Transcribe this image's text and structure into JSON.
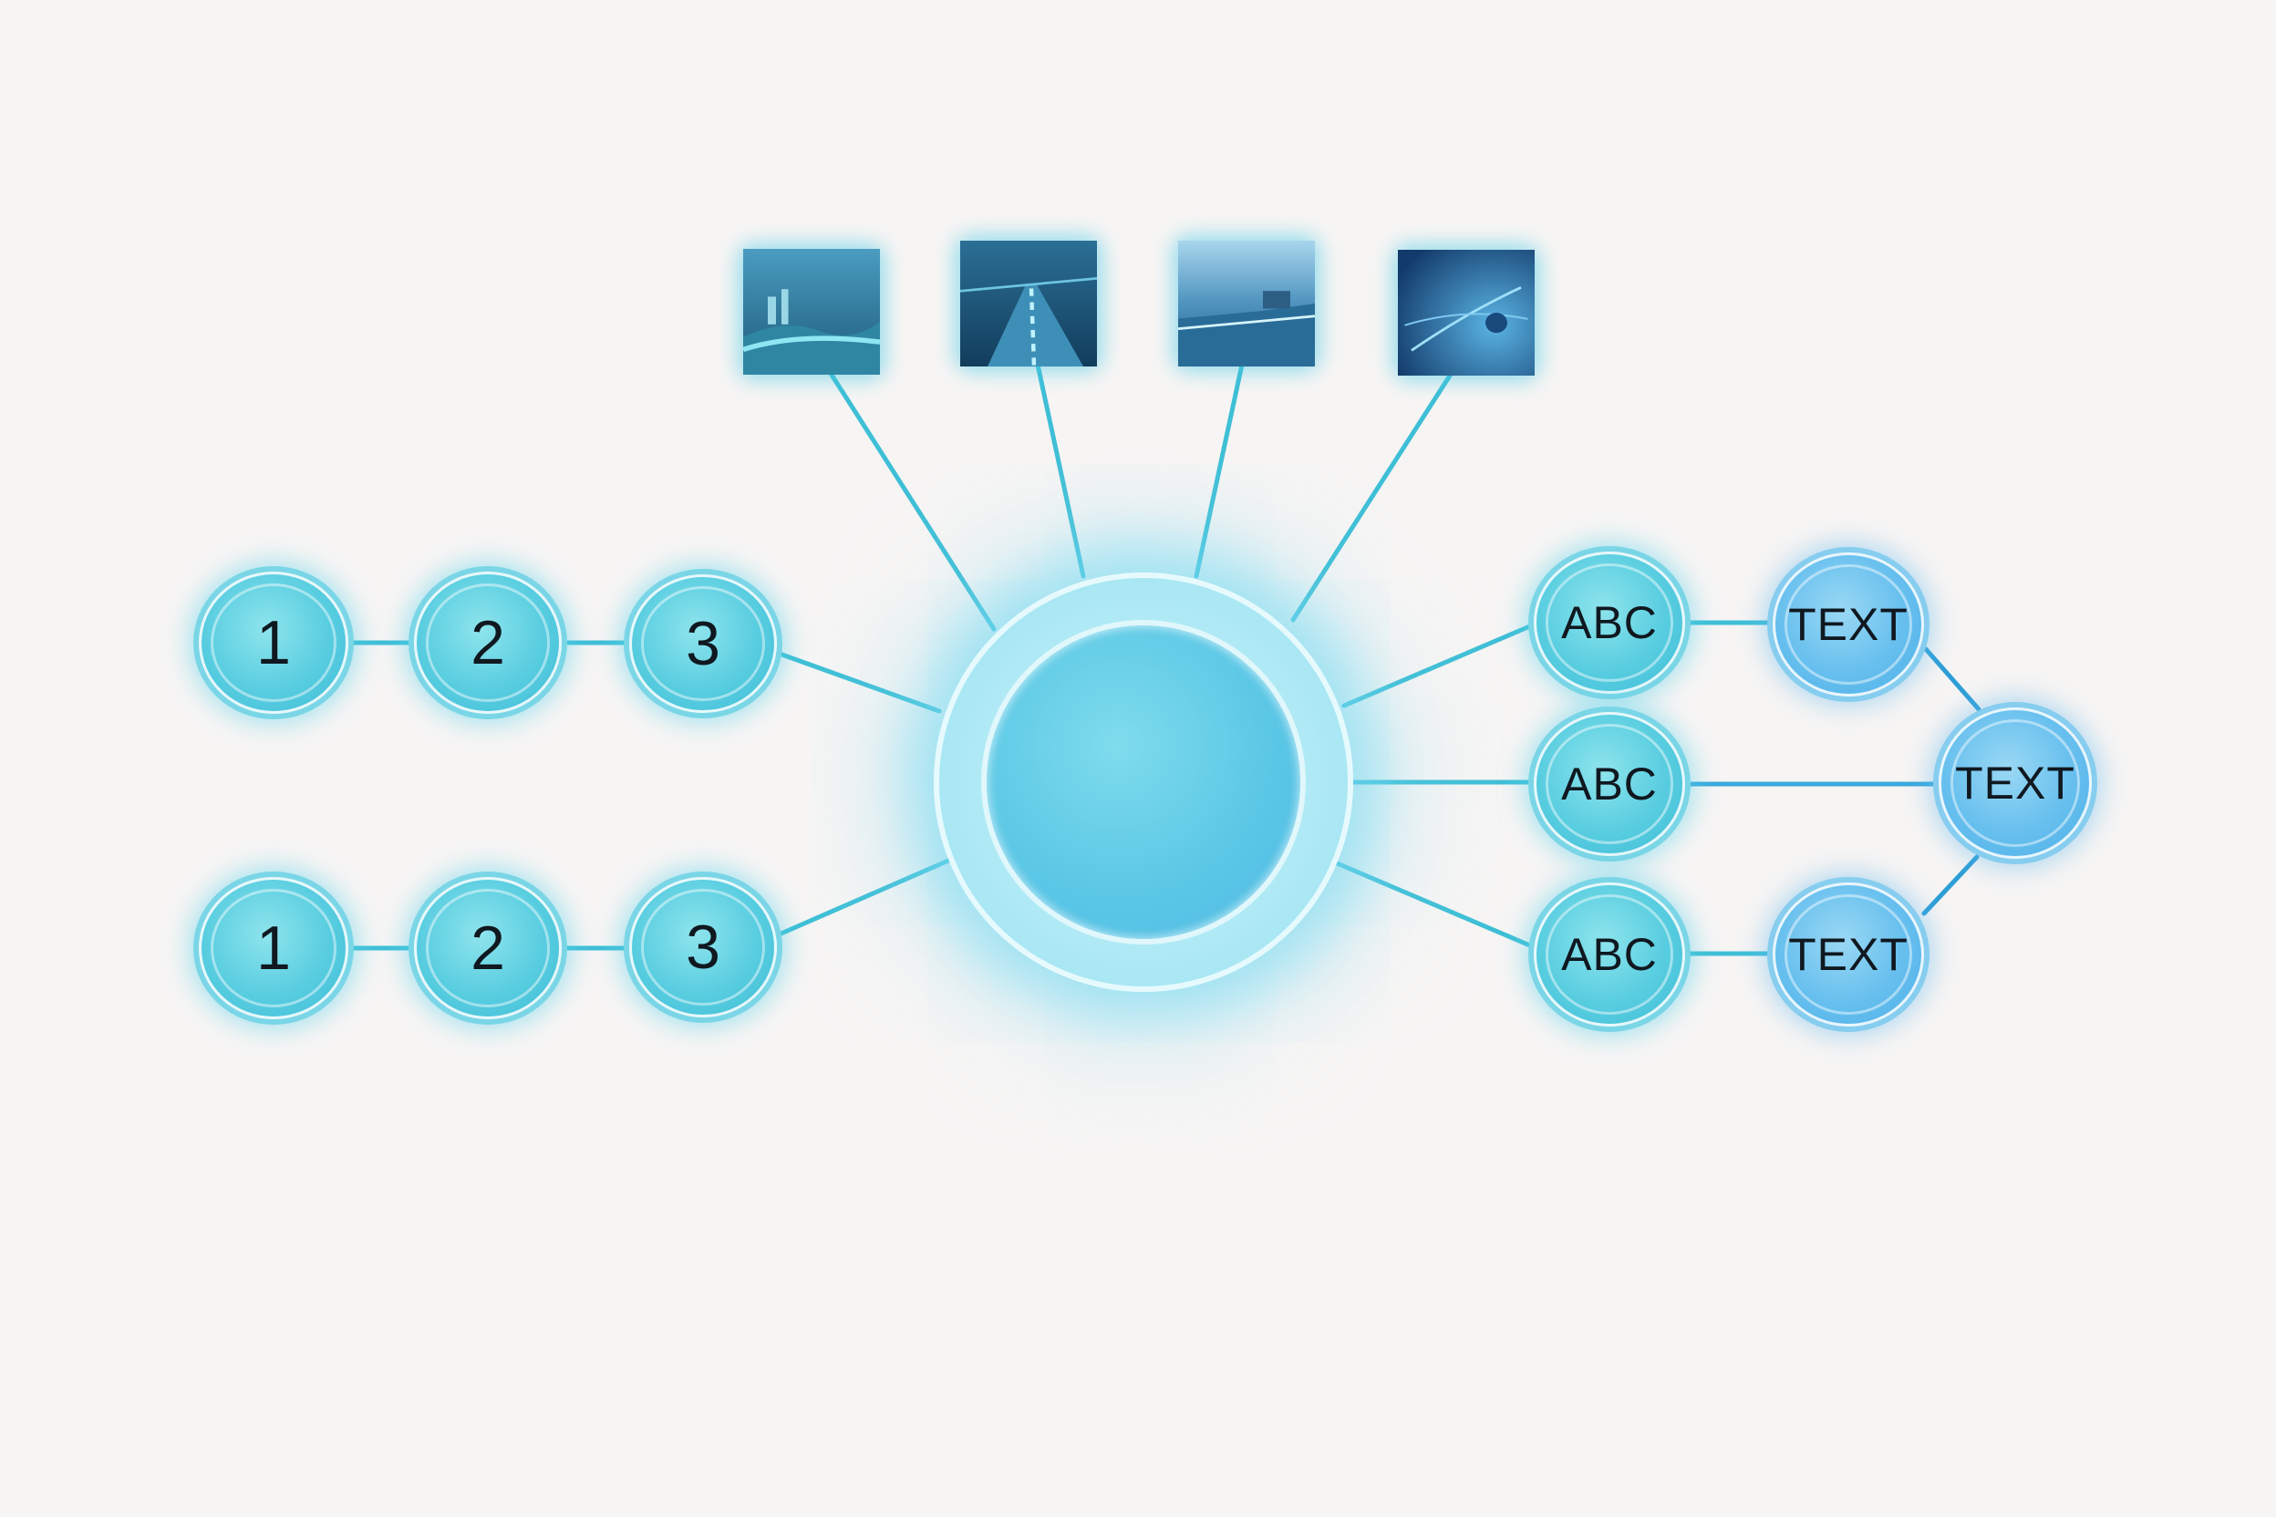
{
  "colors": {
    "background": "#f7f5f4",
    "connector": "#3fbfd6",
    "node_cyan": "#58cde0",
    "node_blue": "#66bfee",
    "thumb_frame": "#41c3dc"
  },
  "hub": {
    "label": ""
  },
  "thumbnails": [
    {
      "icon": "landscape-image-icon"
    },
    {
      "icon": "road-image-icon"
    },
    {
      "icon": "coastline-image-icon"
    },
    {
      "icon": "digital-tunnel-image-icon"
    }
  ],
  "left_chains": [
    {
      "nodes": [
        "1",
        "2",
        "3"
      ]
    },
    {
      "nodes": [
        "1",
        "2",
        "3"
      ]
    }
  ],
  "right_branches": [
    {
      "abc": "ABC",
      "text": "TEXT"
    },
    {
      "abc": "ABC"
    },
    {
      "abc": "ABC",
      "text": "TEXT"
    }
  ],
  "merge_node": {
    "text": "TEXT"
  }
}
